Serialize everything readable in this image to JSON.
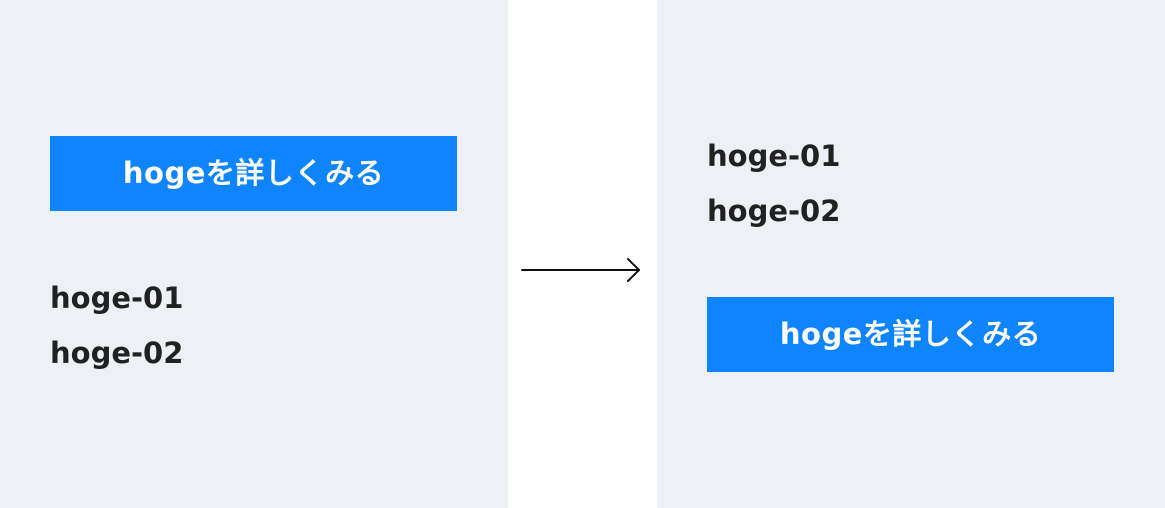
{
  "before": {
    "button_label": "hogeを詳しくみる",
    "items": [
      "hoge-01",
      "hoge-02"
    ]
  },
  "after": {
    "items": [
      "hoge-01",
      "hoge-02"
    ],
    "button_label": "hogeを詳しくみる"
  },
  "colors": {
    "panel_bg": "#edf1f5",
    "button_bg": "#0e84ff",
    "button_text": "#ffffff",
    "item_text": "#212121",
    "arrow": "#111111"
  },
  "icons": {
    "transition": "arrow-right-icon"
  }
}
